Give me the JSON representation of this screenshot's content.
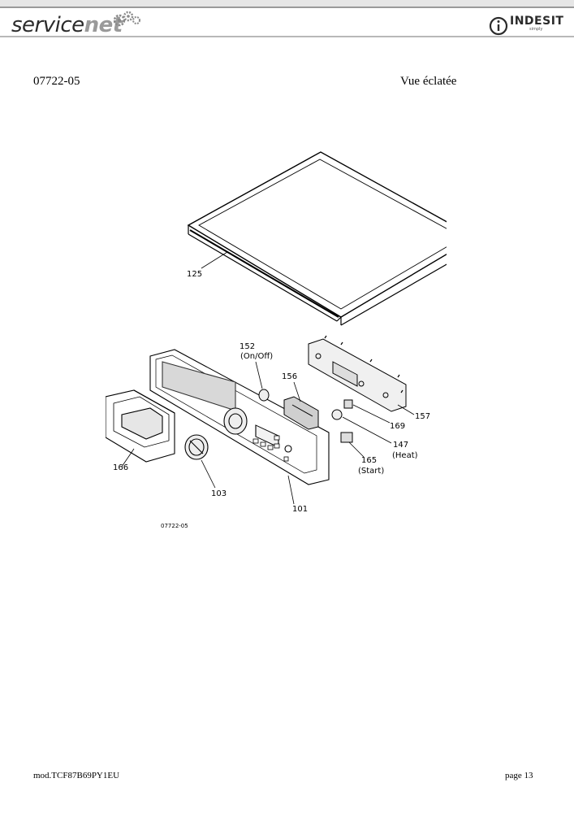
{
  "header": {
    "logo_service": "service",
    "logo_net": "net",
    "brand": "INDESIT",
    "brand_tagline": "simply"
  },
  "document": {
    "code": "07722-05",
    "view_title": "Vue éclatée"
  },
  "diagram": {
    "figure_code": "07722-05",
    "parts": {
      "p125": "125",
      "p152": "152",
      "p152_note": "(On/Off)",
      "p156": "156",
      "p157": "157",
      "p169": "169",
      "p147": "147",
      "p147_note": "(Heat)",
      "p165": "165",
      "p165_note": "(Start)",
      "p166": "166",
      "p103": "103",
      "p101": "101"
    }
  },
  "footer": {
    "model": "mod.TCF87B69PY1EU",
    "page": "page 13"
  }
}
